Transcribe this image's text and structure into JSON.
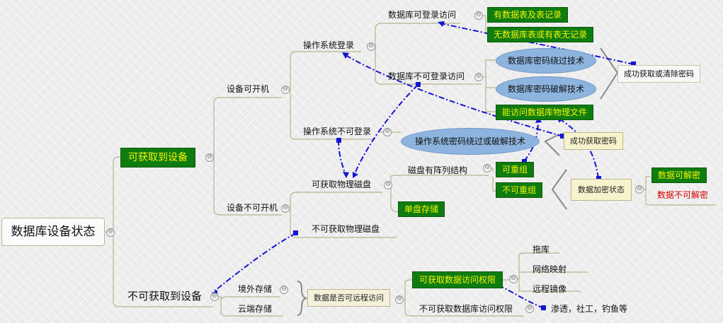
{
  "root": "数据库设备状态",
  "obtainable": "可获取到设备",
  "not_obtainable": "不可获取到设备",
  "can_boot": "设备可开机",
  "cannot_boot": "设备不可开机",
  "os_login": "操作系统登录",
  "os_no_login": "操作系统不可登录",
  "db_login": "数据库可登录访问",
  "db_no_login": "数据库不可登录访问",
  "has_tables": "有数据表及表记录",
  "no_tables": "无数据库表或有表无记录",
  "db_pwd_bypass": "数据库密码绕过技术",
  "db_pwd_crack": "数据库密码破解技术",
  "db_file_access": "能访问数据库物理文件",
  "got_or_clear_pwd": "成功获取或清除密码",
  "os_pwd_bypass": "操作系统密码绕过或破解技术",
  "got_pwd": "成功获取密码",
  "physical_disk": "可获取物理磁盘",
  "no_physical_disk": "不可获取物理磁盘",
  "raid": "磁盘有阵列结构",
  "single_disk": "单盘存储",
  "reassemble": "可重组",
  "no_reassemble": "不可重组",
  "encrypt_state": "数据加密状态",
  "decryptable": "数据可解密",
  "not_decryptable": "数据不可解密",
  "external_storage": "境外存储",
  "cloud_storage": "云端存储",
  "remote_access_q": "数据是否可远程访问",
  "access_rights": "可获取数据访问权限",
  "no_access_rights": "不可获取数据库访问权限",
  "drag_db": "拖库",
  "network_map": "网络映射",
  "remote_mirror": "远程镜像",
  "pentest": "渗透，社工，钓鱼等",
  "collapse_glyph": "⊖"
}
